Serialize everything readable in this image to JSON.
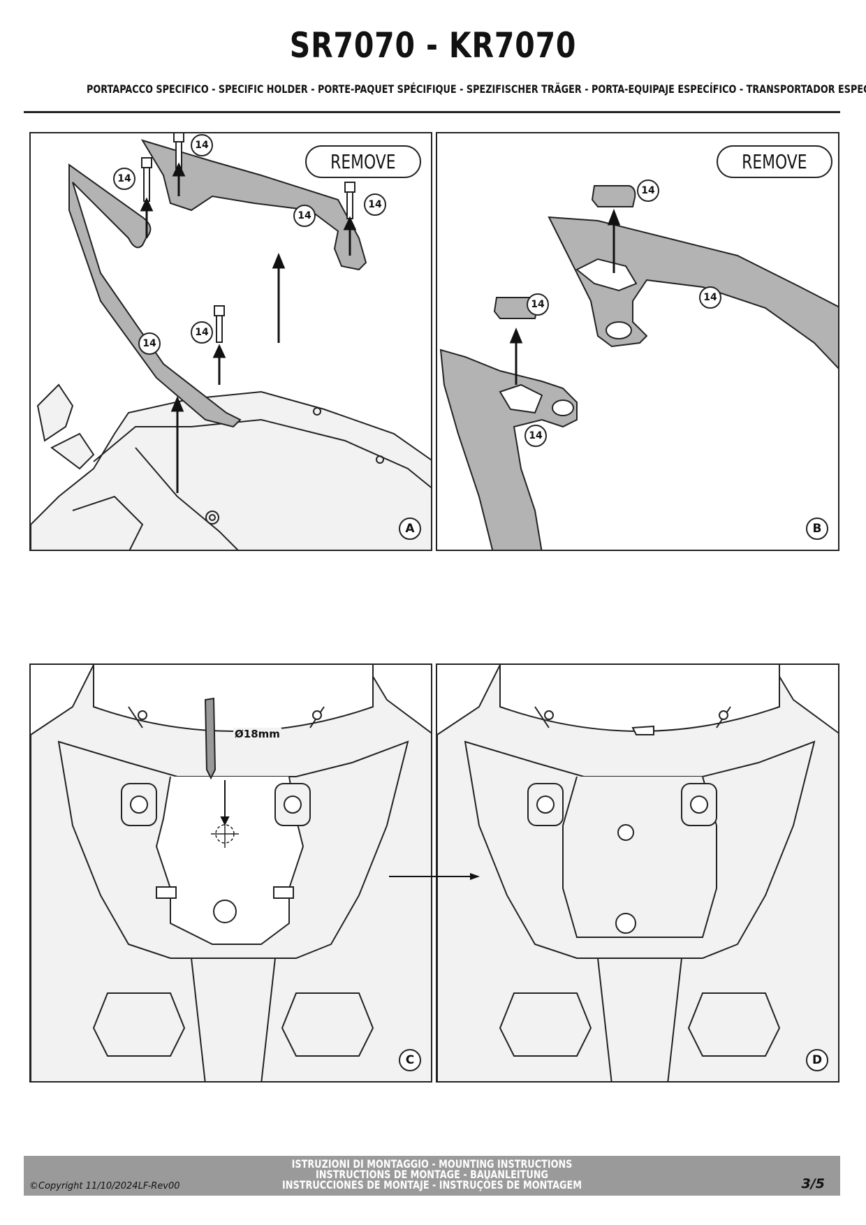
{
  "header": {
    "title": "SR7070 - KR7070",
    "subtitle": "PORTAPACCO SPECIFICO - SPECIFIC HOLDER - PORTE-PAQUET SPÉCIFIQUE - SPEZIFISCHER TRÄGER - PORTA-EQUIPAJE ESPECÍFICO - TRANSPORTADOR ESPECÍFICO"
  },
  "panels": {
    "a": {
      "letter": "A",
      "remove_label": "REMOVE",
      "callouts": [
        "14",
        "14",
        "14",
        "14",
        "14",
        "14"
      ]
    },
    "b": {
      "letter": "B",
      "remove_label": "REMOVE",
      "callouts": [
        "14",
        "14",
        "14",
        "14"
      ]
    },
    "c": {
      "letter": "C",
      "drill_label": "Ø18mm"
    },
    "d": {
      "letter": "D"
    }
  },
  "footer": {
    "line1": "ISTRUZIONI DI MONTAGGIO  -  MOUNTING INSTRUCTIONS",
    "line2": "INSTRUCTIONS DE MONTAGE - BAUANLEITUNG",
    "line3": "INSTRUCCIONES DE MONTAJE - INSTRUÇÕES DE MONTAGEM",
    "copyright": "©Copyright 11/10/2024LF-Rev00",
    "page": "3/5"
  }
}
